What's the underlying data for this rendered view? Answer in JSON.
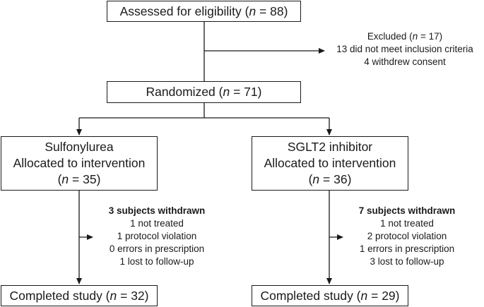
{
  "eligibility": {
    "before": "Assessed for eligibility (",
    "n_label": "n",
    "after": " = 88)"
  },
  "excluded": {
    "before": "Excluded (",
    "n_label": "n",
    "after": " = 17)",
    "reasons": [
      "13 did not meet inclusion criteria",
      "4 withdrew consent"
    ]
  },
  "randomized": {
    "before": "Randomized (",
    "n_label": "n",
    "after": " = 71)"
  },
  "arm_left": {
    "name": "Sulfonylurea",
    "allocation": "Allocated to intervention",
    "count": {
      "before": "(",
      "n_label": "n",
      "after": " = 35)"
    },
    "withdrawn_title": "3 subjects withdrawn",
    "withdrawn_items": [
      "1 not treated",
      "1 protocol violation",
      "0 errors in prescription",
      "1 lost to follow-up"
    ],
    "completed": {
      "before": "Completed study (",
      "n_label": "n",
      "after": " = 32)"
    }
  },
  "arm_right": {
    "name": "SGLT2 inhibitor",
    "allocation": "Allocated to intervention",
    "count": {
      "before": "(",
      "n_label": "n",
      "after": " = 36)"
    },
    "withdrawn_title": "7 subjects withdrawn",
    "withdrawn_items": [
      "1 not treated",
      "2 protocol violation",
      "1 errors in prescription",
      "3 lost to follow-up"
    ],
    "completed": {
      "before": "Completed study (",
      "n_label": "n",
      "after": " = 29)"
    }
  },
  "colors": {
    "line": "#1a1a1a",
    "background": "#ffffff"
  }
}
